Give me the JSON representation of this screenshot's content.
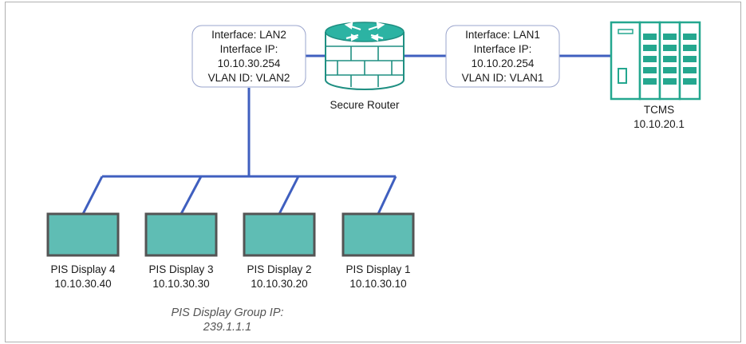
{
  "lan2_box": {
    "line1": "Interface: LAN2",
    "line2": "Interface IP:",
    "line3": "10.10.30.254",
    "line4": "VLAN ID: VLAN2"
  },
  "lan1_box": {
    "line1": "Interface: LAN1",
    "line2": "Interface IP:",
    "line3": "10.10.20.254",
    "line4": "VLAN ID: VLAN1"
  },
  "router": {
    "label": "Secure Router",
    "icon": "router-icon"
  },
  "tcms": {
    "name": "TCMS",
    "ip": "10.10.20.1",
    "icon": "plc-rack-icon"
  },
  "displays": [
    {
      "name": "PIS Display 4",
      "ip": "10.10.30.40"
    },
    {
      "name": "PIS Display 3",
      "ip": "10.10.30.30"
    },
    {
      "name": "PIS Display 2",
      "ip": "10.10.30.20"
    },
    {
      "name": "PIS Display 1",
      "ip": "10.10.30.10"
    }
  ],
  "group": {
    "line1": "PIS Display Group IP:",
    "line2": "239.1.1.1"
  },
  "colors": {
    "link": "#3f5fbf",
    "router_fill": "#2cb3a3",
    "router_outline": "#1f8f82",
    "tcms": "#24a78f",
    "display_fill": "#5fbdb4",
    "display_border": "#545454",
    "box_border": "#9aa4cc"
  }
}
